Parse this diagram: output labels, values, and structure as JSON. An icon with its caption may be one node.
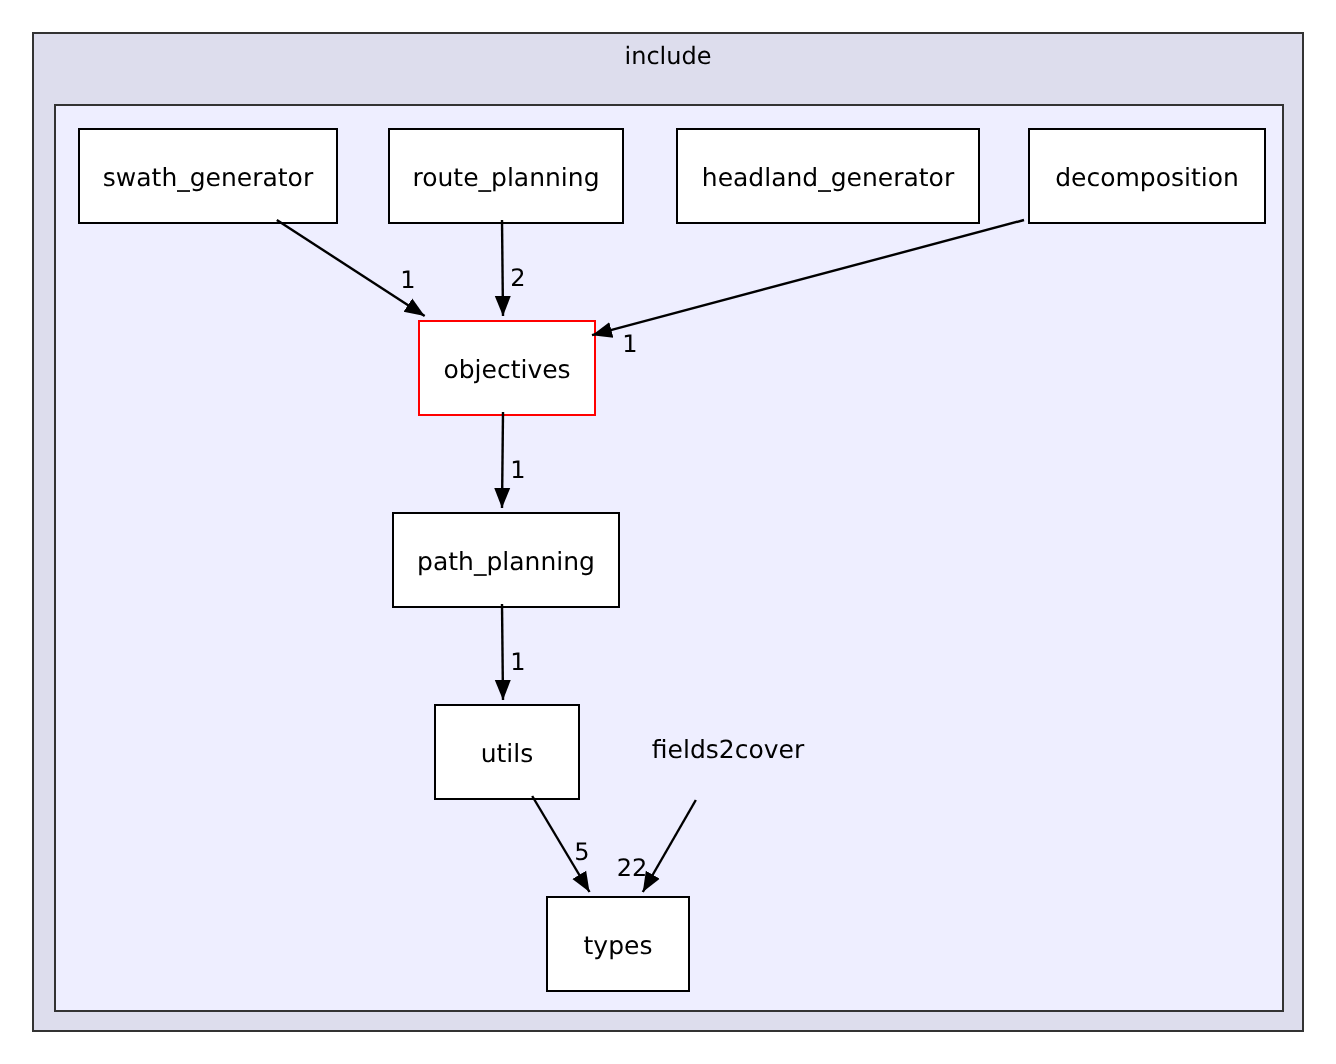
{
  "diagram": {
    "nodes": [
      {
        "text": [
          "include"
        ]
      },
      {
        "text": [],
        "shape": "box",
        "in": 0
      },
      {
        "text": [
          "swath_generator"
        ],
        "in": 1
      },
      {
        "text": [
          "route_planning"
        ],
        "in": 1
      },
      {
        "text": [
          "headland_generator"
        ],
        "in": 1
      },
      {
        "text": [
          "decomposition"
        ],
        "in": 1
      },
      {
        "text": [
          "objectives"
        ],
        "in": 1
      },
      {
        "text": [
          "path_planning"
        ],
        "in": 1
      },
      {
        "text": [
          "utils"
        ],
        "in": 1
      },
      {
        "text": [
          "fields2cover"
        ],
        "in": 1
      },
      {
        "text": [
          "types"
        ],
        "in": 1
      }
    ],
    "edges": [
      {
        "from": 2,
        "to": 6,
        "arrow": "to",
        "label": "1"
      },
      {
        "from": 3,
        "to": 6,
        "arrow": "to",
        "label": "2"
      },
      {
        "from": 5,
        "to": 6,
        "arrow": "to",
        "label": "1"
      },
      {
        "from": 6,
        "to": 7,
        "arrow": "to",
        "label": "1"
      },
      {
        "from": 7,
        "to": 8,
        "arrow": "to",
        "label": "1"
      },
      {
        "from": 8,
        "to": 10,
        "arrow": "to",
        "label": "5"
      },
      {
        "from": 9,
        "to": 10,
        "arrow": "to",
        "label": "22"
      }
    ]
  }
}
